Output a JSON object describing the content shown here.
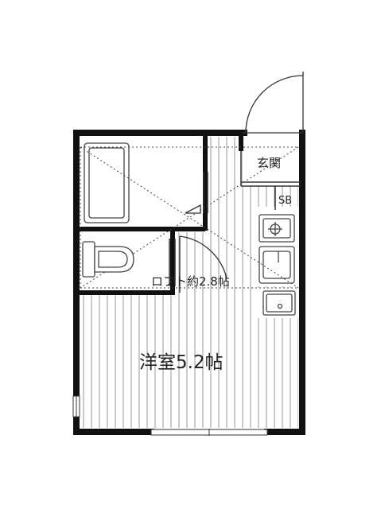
{
  "rooms": {
    "entrance": "玄関",
    "shoe_box": "SB",
    "loft": "ロフト約2.8帖",
    "western_room": "洋室5.2帖"
  },
  "colors": {
    "wall": "#111111",
    "line": "#555555",
    "floor_stripe": "#9a9a9a"
  },
  "icons": {
    "bathtub": "bathtub-icon",
    "toilet": "toilet-icon",
    "stove": "stove-icon",
    "sink": "sink-icon",
    "washer": "washer-pan-icon",
    "door": "door-swing-icon"
  }
}
